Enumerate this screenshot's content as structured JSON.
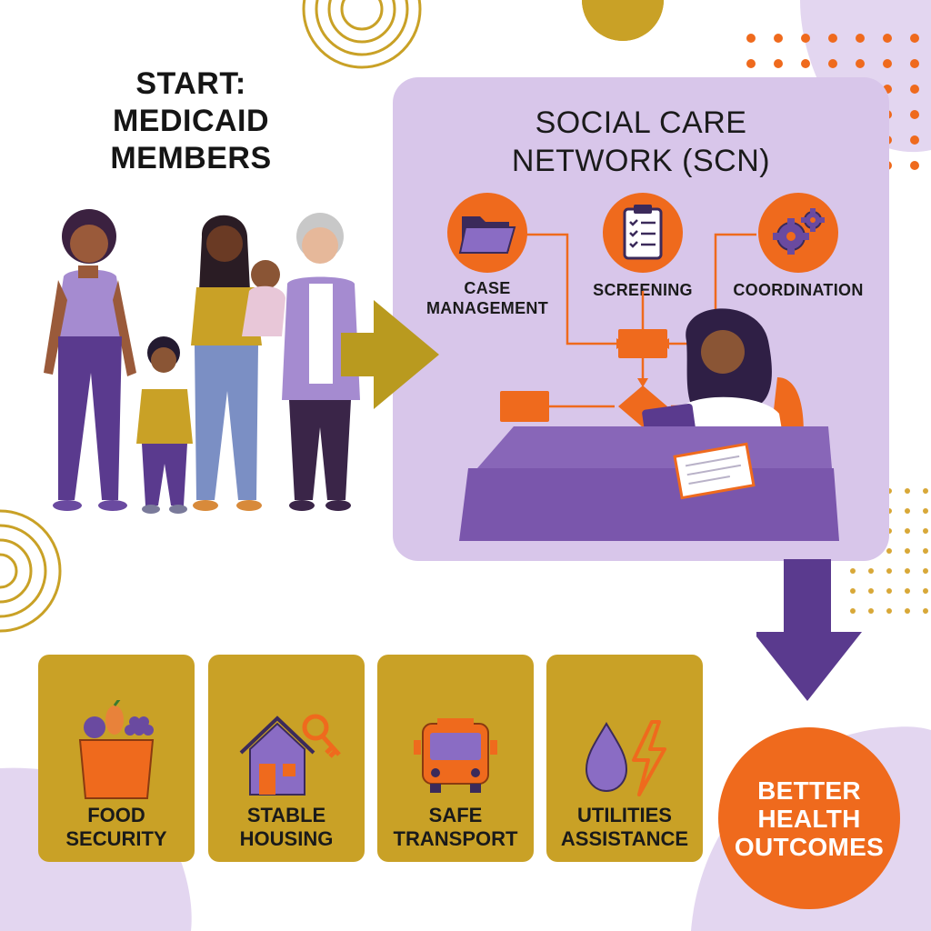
{
  "start": {
    "line1": "START:",
    "line2": "MEDICAID",
    "line3": "MEMBERS"
  },
  "scn": {
    "title_line1": "SOCIAL CARE",
    "title_line2": "NETWORK (SCN)",
    "steps": [
      {
        "label_line1": "CASE",
        "label_line2": "MANAGEMENT",
        "icon": "folder-icon"
      },
      {
        "label_line1": "SCREENING",
        "label_line2": "",
        "icon": "clipboard-checklist-icon"
      },
      {
        "label_line1": "COORDINATION",
        "label_line2": "",
        "icon": "gears-icon"
      }
    ]
  },
  "services": [
    {
      "line1": "FOOD",
      "line2": "SECURITY",
      "icon": "grocery-bag-icon"
    },
    {
      "line1": "STABLE",
      "line2": "HOUSING",
      "icon": "house-key-icon"
    },
    {
      "line1": "SAFE",
      "line2": "TRANSPORT",
      "icon": "bus-icon"
    },
    {
      "line1": "UTILITIES",
      "line2": "ASSISTANCE",
      "icon": "water-lightning-icon"
    }
  ],
  "outcome": {
    "line1": "BETTER",
    "line2": "HEALTH",
    "line3": "OUTCOMES"
  },
  "colors": {
    "purple_light": "#d8c6ea",
    "purple_dark": "#5a3a8e",
    "orange": "#ef6a1d",
    "mustard": "#c9a126",
    "gold_arrow": "#b99a1f"
  }
}
